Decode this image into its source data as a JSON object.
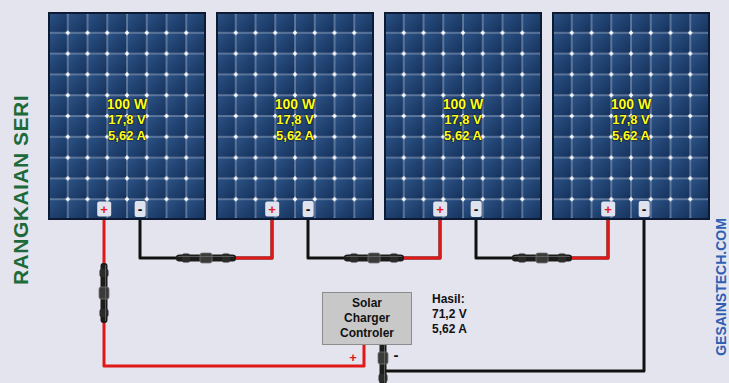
{
  "diagram": {
    "title": "RANGKAIAN SERI",
    "nodes": [
      {
        "text": [
          "100 W",
          "17,8 V",
          "5,62 A"
        ]
      },
      {
        "text": [
          "100 W",
          "17,8 V",
          "5,62 A"
        ]
      },
      {
        "text": [
          "100 W",
          "17,8 V",
          "5,62 A"
        ]
      },
      {
        "text": [
          "100 W",
          "17,8 V",
          "5,62 A"
        ]
      },
      {
        "text": [
          "Solar Charger Controler"
        ]
      }
    ],
    "edges": [
      {
        "from": 0,
        "to": 1,
        "arrow": "none"
      },
      {
        "from": 1,
        "to": 2,
        "arrow": "none"
      },
      {
        "from": 2,
        "to": 3,
        "arrow": "none"
      },
      {
        "from": 0,
        "to": 4,
        "arrow": "none"
      },
      {
        "from": 3,
        "to": 4,
        "arrow": "none"
      }
    ],
    "labels": [
      "GESAINSTECH.COM",
      "+",
      "-",
      "+",
      "-",
      "+",
      "-",
      "+",
      "-",
      "Hasil: 71,2 V 5,62 A",
      "+",
      "-"
    ]
  }
}
